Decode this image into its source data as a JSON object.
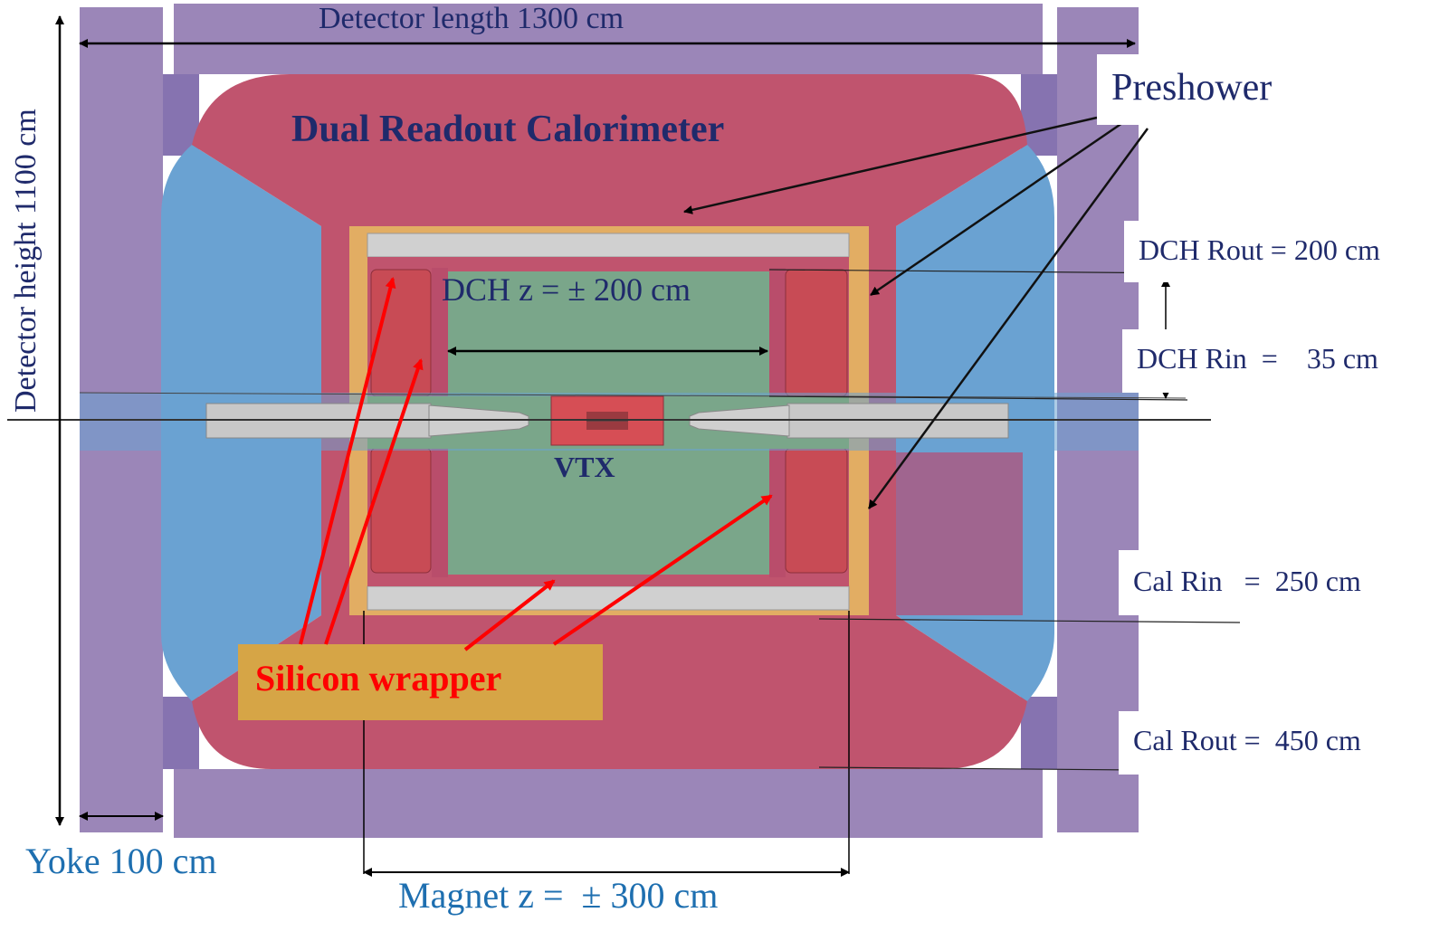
{
  "labels": {
    "detector_length": "Detector length 1300 cm",
    "detector_height": "Detector height 1100 cm",
    "calorimeter": "Dual Readout Calorimeter",
    "preshower": "Preshower",
    "dch_z": "DCH z = ± 200 cm",
    "vtx": "VTX",
    "silicon_wrapper": "Silicon wrapper",
    "dch_rout": "DCH Rout = 200 cm",
    "dch_rin": "DCH Rin  =    35 cm",
    "cal_rin": "Cal Rin   =  250 cm",
    "cal_rout": "Cal Rout =  450 cm",
    "yoke": "Yoke 100 cm",
    "magnet_z": "Magnet z =  ± 300 cm"
  },
  "colors": {
    "yoke": "#9b86b8",
    "calorimeter": "#c0546e",
    "endcap": "#6aa2d2",
    "drift_chamber": "#7aa68a",
    "preshower": "#e2ad63",
    "silicon_wrapper": "#d0d0d0",
    "beam_pipe": "#c8c8c8",
    "label_navy": "#1f2a6b",
    "label_blue": "#1e6fb0",
    "arrow_red": "#ff0000",
    "wrapper_box": "#d6a546"
  }
}
